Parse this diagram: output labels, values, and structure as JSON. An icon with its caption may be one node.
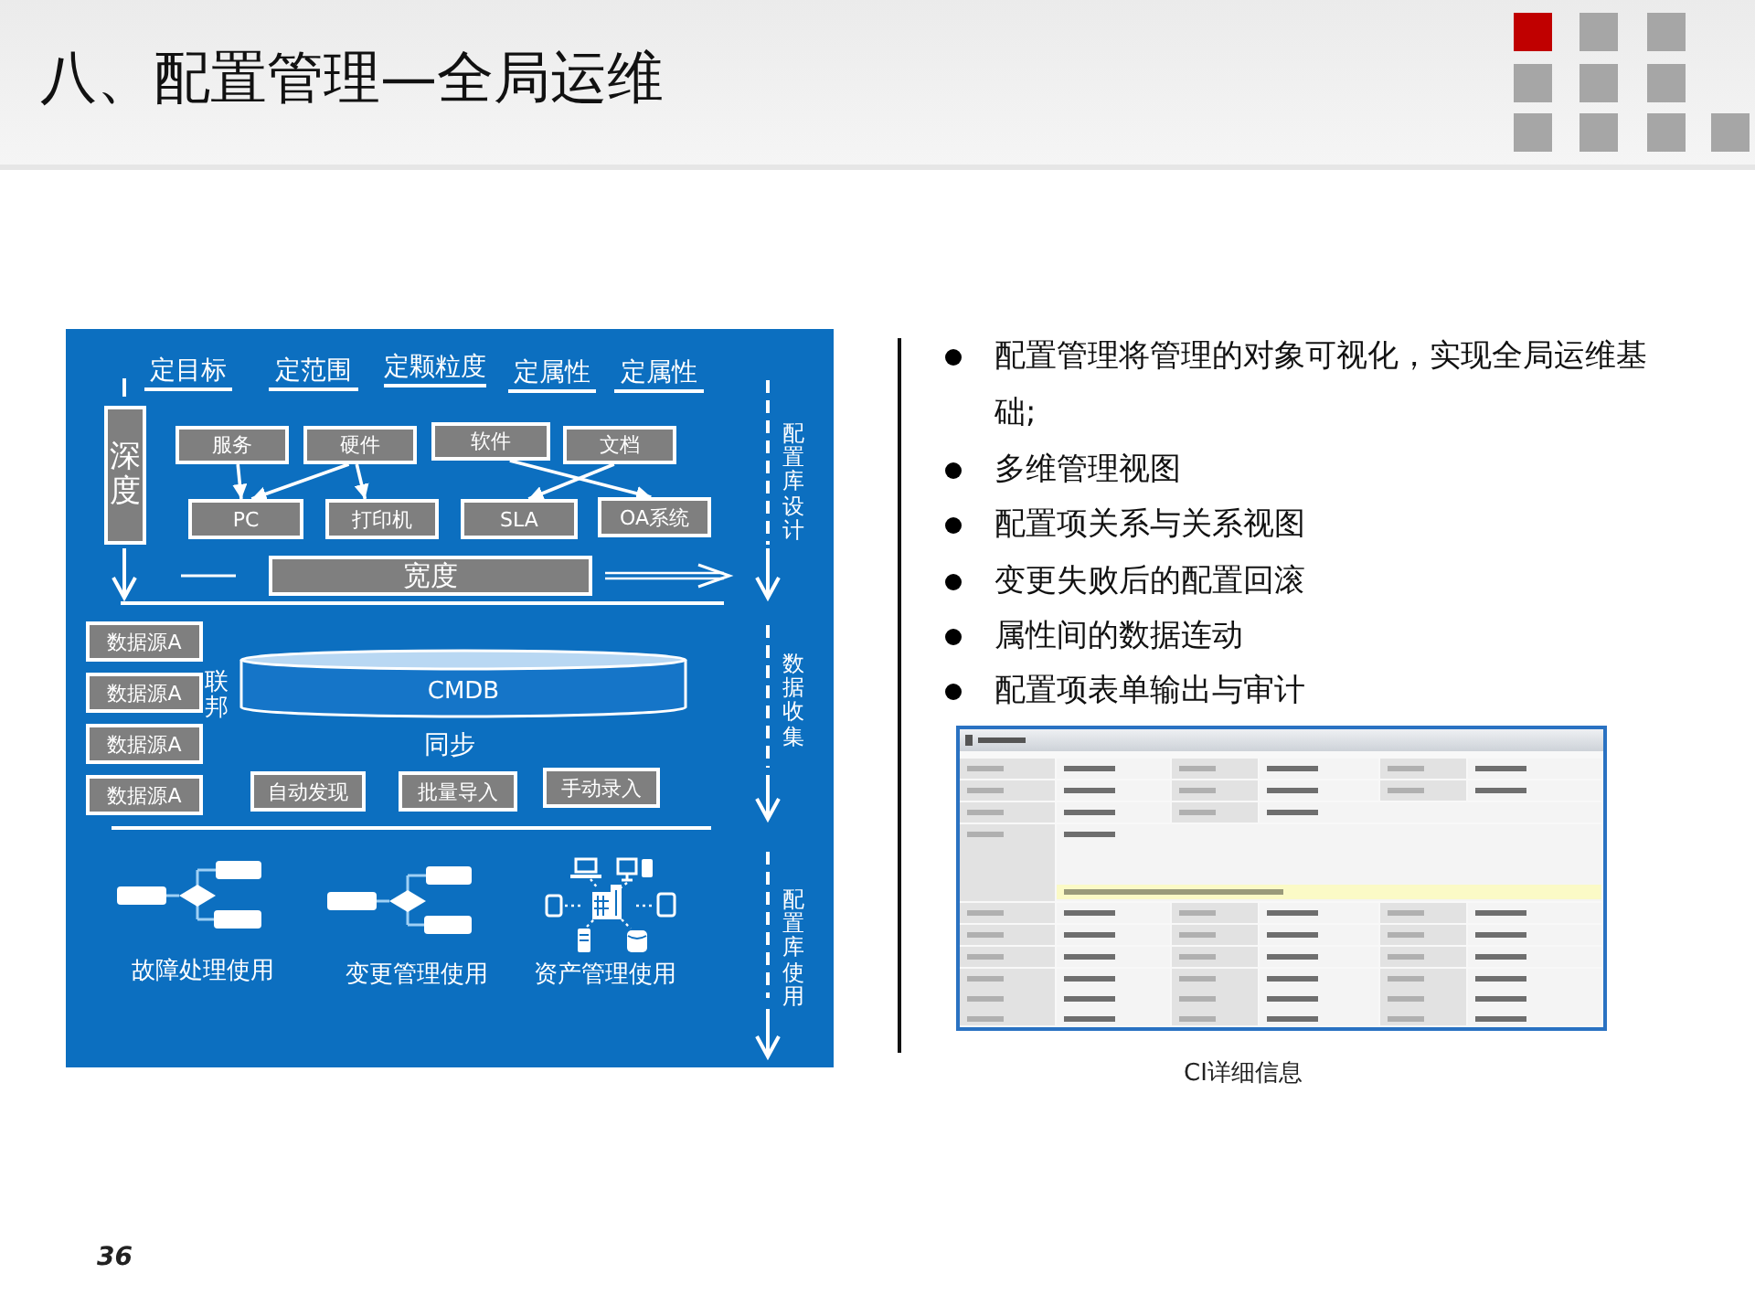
{
  "diagram": {
    "title": "八、配置管理—全局运维",
    "nodes": [
      {
        "text": [],
        "shape": "box"
      },
      {
        "text": [
          "深度"
        ],
        "in": 0
      },
      {
        "text": [
          "服务"
        ],
        "in": 0
      },
      {
        "text": [
          "硬件"
        ],
        "in": 0
      },
      {
        "text": [
          "软件"
        ],
        "in": 0
      },
      {
        "text": [
          "文档"
        ],
        "in": 0
      },
      {
        "text": [
          "PC"
        ],
        "in": 0
      },
      {
        "text": [
          "打印机"
        ],
        "in": 0
      },
      {
        "text": [
          "SLA"
        ],
        "in": 0
      },
      {
        "text": [
          "OA系统"
        ],
        "in": 0
      },
      {
        "text": [
          "宽度"
        ],
        "in": 0
      },
      {
        "text": [
          "数据源A"
        ],
        "in": 0
      },
      {
        "text": [
          "数据源A"
        ],
        "in": 0
      },
      {
        "text": [
          "数据源A"
        ],
        "in": 0
      },
      {
        "text": [
          "数据源A"
        ],
        "in": 0
      },
      {
        "text": [
          "CMDB"
        ],
        "in": 0
      },
      {
        "text": [
          "自动发现"
        ],
        "in": 0
      },
      {
        "text": [
          "批量导入"
        ],
        "in": 0
      },
      {
        "text": [
          "手动录入"
        ],
        "in": 0
      }
    ],
    "edges": [
      {
        "from": 2,
        "to": 6,
        "arrow": "to"
      },
      {
        "from": 3,
        "to": 6,
        "arrow": "to"
      },
      {
        "from": 3,
        "to": 7,
        "arrow": "to"
      },
      {
        "from": 4,
        "to": 9,
        "arrow": "to"
      },
      {
        "from": 5,
        "to": 8,
        "arrow": "to"
      }
    ],
    "labels": [
      "定目标",
      "定范围",
      "定颗粒度",
      "定属性",
      "定属性",
      "配置库设计",
      "联邦",
      "同步",
      "数据收集",
      "故障处理使用",
      "变更管理使用",
      "资产管理使用",
      "配置库使用",
      "配置管理将管理的对象可视化，实现全局运维基础;",
      "多维管理视图",
      "配置项关系与关系视图",
      "变更失败后的配置回滚",
      "属性间的数据连动",
      "配置项表单输出与审计",
      "CI详细信息",
      "36"
    ]
  }
}
